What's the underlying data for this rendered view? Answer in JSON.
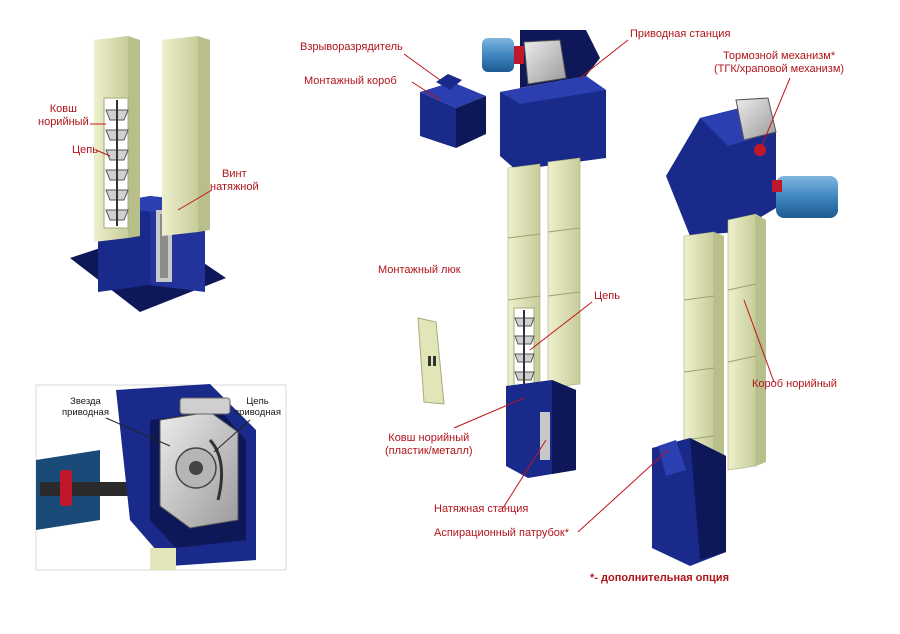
{
  "labels": {
    "bucket_left": "Ковш\nнорийный",
    "chain_left": "Цепь",
    "tension_screw": "Винт\nнатяжной",
    "explosion_vent": "Взрыворазрядитель",
    "mounting_box": "Монтажный короб",
    "drive_station": "Приводная станция",
    "brake": "Тормозной механизм*\n(ТГК/храповой механизм)",
    "mounting_hatch": "Монтажный люк",
    "chain_center": "Цепь",
    "bucket_center": "Ковш норийный\n(пластик/металл)",
    "tension_station": "Натяжная станция",
    "aspiration": "Аспирационный патрубок*",
    "elevator_casing": "Короб норийный",
    "drive_sprocket": "Звезда\nприводная",
    "drive_chain": "Цепь\nприводная",
    "footnote": "*-  дополнительная опция"
  },
  "colors": {
    "casing": "#e2e5b8",
    "casing_shade": "#b9bf8a",
    "steel_blue": "#1a2a8a",
    "steel_dark": "#0e1858",
    "motor_blue": "#3f86c0",
    "coupling_red": "#c0182a",
    "steel_grey": "#c8c8c8",
    "label_red": "#b0141b",
    "leader_red": "#c0141b"
  }
}
